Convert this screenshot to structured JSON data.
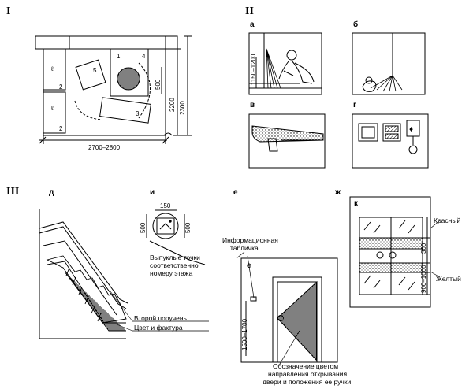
{
  "sections": {
    "I": "I",
    "II": "II",
    "III": "III"
  },
  "section1": {
    "dims": {
      "width": "2700–2800",
      "depth_outer": "2300",
      "depth_inner": "2200",
      "clear": "500"
    },
    "marks": [
      "1",
      "2",
      "2",
      "3",
      "4",
      "5"
    ]
  },
  "section2": {
    "letters": [
      "а",
      "б",
      "в",
      "г"
    ],
    "dims": {
      "height": "1150–1200"
    }
  },
  "section3": {
    "letters": [
      "д",
      "и",
      "е",
      "ж"
    ],
    "sign_dims": {
      "top": "150",
      "left": "500",
      "right": "500"
    },
    "labels": {
      "convex_points": [
        "Выпуклые точки",
        "соответственно",
        "номеру этажа"
      ],
      "second_handrail": "Второй поручень",
      "color_texture": "Цвет и фактура",
      "info_plate": [
        "Информационная",
        "табличка"
      ],
      "door_mark": [
        "Обозначение цветом",
        "направления открывания",
        "двери и положения ее ручки"
      ],
      "red": "Красный",
      "yellow": "Желтый"
    },
    "door_dims": {
      "height": "1500–1700"
    },
    "door_letter": "е",
    "window_letter": "к",
    "window_dims": {
      "upper": "300",
      "lower": "900–1000"
    }
  }
}
